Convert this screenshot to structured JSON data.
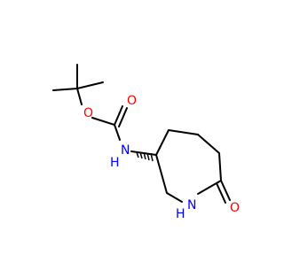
{
  "atoms": {
    "o_ether": "O",
    "o_carbonyl_carbamate": "O",
    "n_carbamate": "N",
    "h_carbamate": "H",
    "n_lactam": "N",
    "h_lactam": "H",
    "o_lactam": "O"
  },
  "colors": {
    "bond": "#000000",
    "oxygen": "#ff0000",
    "nitrogen": "#0000ff",
    "background": "#ffffff"
  }
}
